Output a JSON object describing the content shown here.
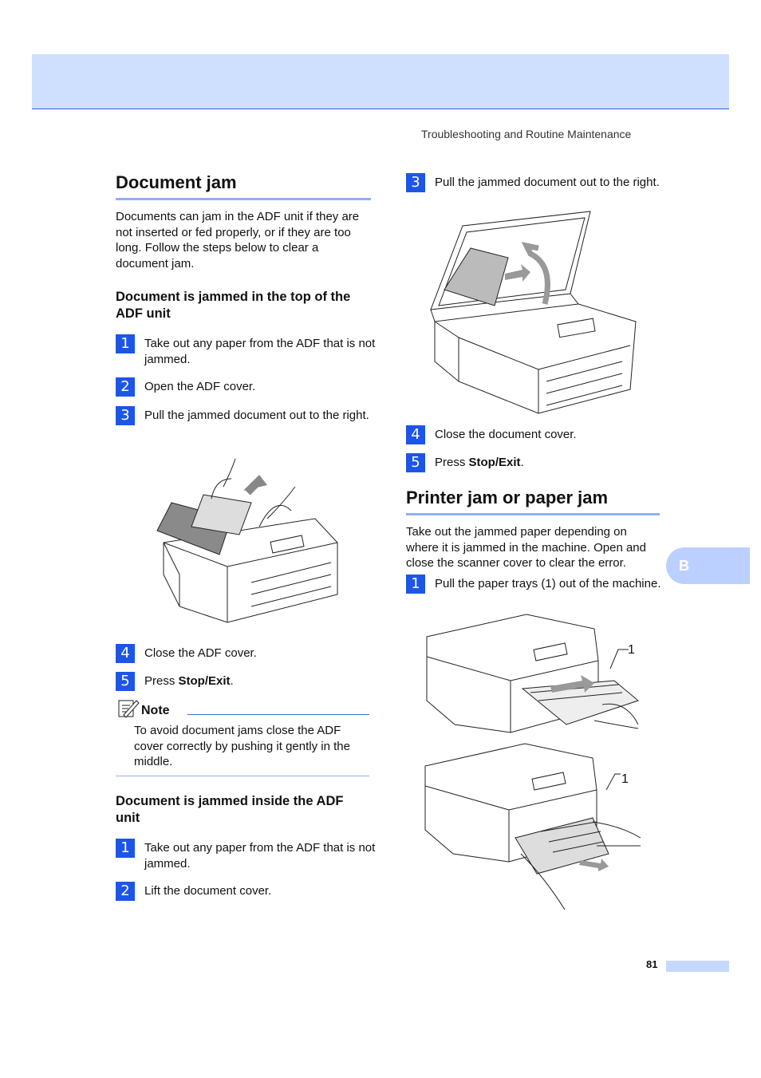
{
  "header": {
    "running_title": "Troubleshooting and Routine Maintenance"
  },
  "left": {
    "title": "Document jam",
    "intro": "Documents can jam in the ADF unit if they are not inserted or fed properly, or if they are too long. Follow the steps below to clear a document jam.",
    "sub1": "Document is jammed in the top of the ADF unit",
    "sub1_steps": [
      {
        "num": "1",
        "text": "Take out any paper from the ADF that is not jammed."
      },
      {
        "num": "2",
        "text": "Open the ADF cover."
      },
      {
        "num": "3",
        "text": "Pull the jammed document out to the right."
      },
      {
        "num": "4",
        "text": "Close the ADF cover."
      },
      {
        "num": "5",
        "prefix": "Press ",
        "bold": "Stop/Exit",
        "suffix": "."
      }
    ],
    "note_label": "Note",
    "note_text": "To avoid document jams close the ADF cover correctly by pushing it gently in the middle.",
    "sub2": "Document is jammed inside the ADF unit",
    "sub2_steps": [
      {
        "num": "1",
        "text": "Take out any paper from the ADF that is not jammed."
      },
      {
        "num": "2",
        "text": "Lift the document cover."
      }
    ]
  },
  "right": {
    "steps_a": [
      {
        "num": "3",
        "text": "Pull the jammed document out to the right."
      },
      {
        "num": "4",
        "text": "Close the document cover."
      },
      {
        "num": "5",
        "prefix": "Press ",
        "bold": "Stop/Exit",
        "suffix": "."
      }
    ],
    "title": "Printer jam or paper jam",
    "intro": "Take out the jammed paper depending on where it is jammed in the machine. Open and close the scanner cover to clear the error.",
    "steps_b": [
      {
        "num": "1",
        "text": "Pull the paper trays (1) out of the machine."
      }
    ],
    "callout_1": "1",
    "callout_2": "1"
  },
  "tab": {
    "label": "B"
  },
  "footer": {
    "page_number": "81"
  },
  "colors": {
    "accent_blue": "#1d56e6",
    "header_band": "#cfe0ff",
    "tab": "#bcd0ff"
  }
}
